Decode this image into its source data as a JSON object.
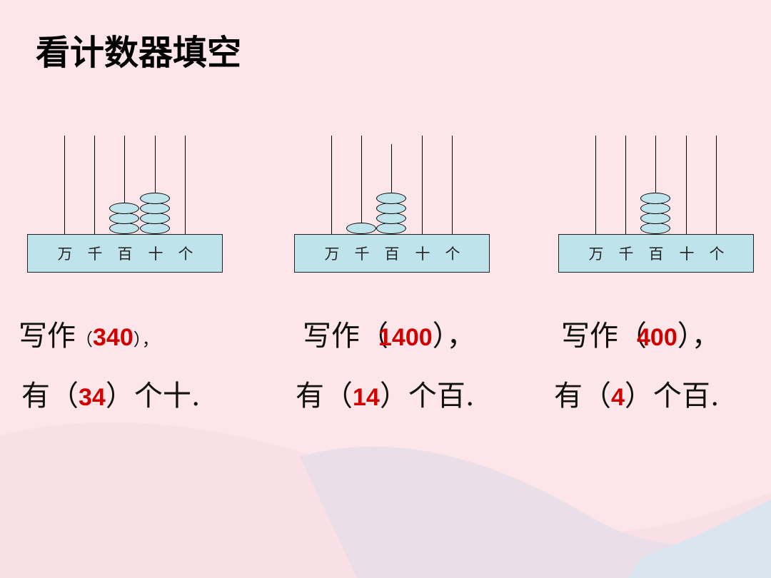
{
  "title": "看计数器填空",
  "places": [
    "万",
    "千",
    "百",
    "十",
    "个"
  ],
  "abaci": [
    {
      "beads": [
        0,
        0,
        3,
        4,
        0
      ]
    },
    {
      "beads": [
        0,
        1,
        4,
        0,
        0
      ]
    },
    {
      "beads": [
        0,
        0,
        4,
        0,
        0
      ]
    }
  ],
  "answers": [
    {
      "write_prefix": "写作",
      "write_open": "（",
      "write_value": "340",
      "write_close": "），",
      "have_prefix": "有（",
      "have_value": "34",
      "have_suffix": "）个十."
    },
    {
      "write_prefix": "写作",
      "write_open": "（",
      "write_value": "1400",
      "write_close": "），",
      "have_prefix": "有（",
      "have_value": "14",
      "have_suffix": "）个百."
    },
    {
      "write_prefix": "写作",
      "write_open": "（",
      "write_value": "400",
      "write_close": "），",
      "have_prefix": "有（",
      "have_value": "4",
      "have_suffix": "）个百."
    }
  ],
  "colors": {
    "bead": "#bfe3ea",
    "answer": "#d10000",
    "background": "#fde6ea"
  }
}
